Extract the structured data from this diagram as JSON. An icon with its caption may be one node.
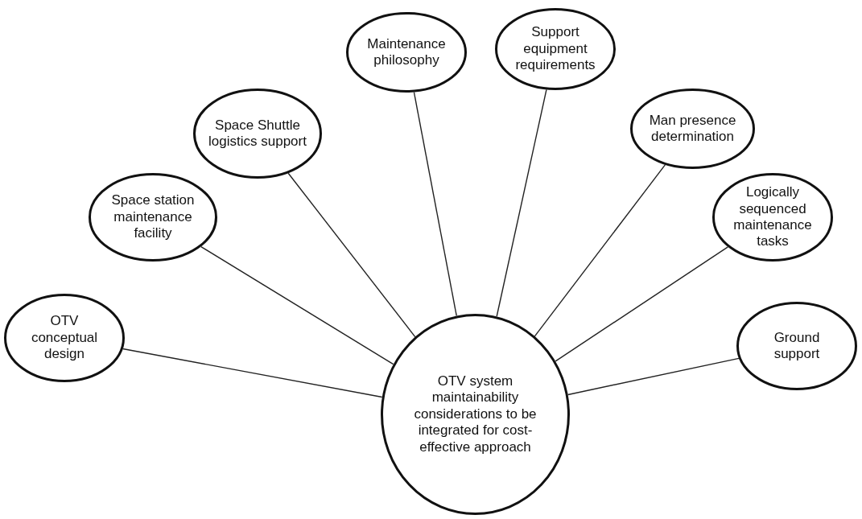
{
  "diagram": {
    "nodes": [
      {
        "text": [
          "OTV conceptual design"
        ]
      },
      {
        "text": [
          "Space station maintenance facility"
        ]
      },
      {
        "text": [
          "Space Shuttle logistics support"
        ]
      },
      {
        "text": [
          "Maintenance philosophy"
        ]
      },
      {
        "text": [
          "Support equipment requirements"
        ]
      },
      {
        "text": [
          "Man presence determination"
        ]
      },
      {
        "text": [
          "Logically sequenced maintenance tasks"
        ]
      },
      {
        "text": [
          "Ground support"
        ]
      },
      {
        "text": [
          "OTV system maintainability considerations to be integrated for cost-effective approach"
        ]
      }
    ],
    "edges": [
      {
        "from": 0,
        "to": 8,
        "arrow": "none"
      },
      {
        "from": 1,
        "to": 8,
        "arrow": "none"
      },
      {
        "from": 2,
        "to": 8,
        "arrow": "none"
      },
      {
        "from": 3,
        "to": 8,
        "arrow": "none"
      },
      {
        "from": 4,
        "to": 8,
        "arrow": "none"
      },
      {
        "from": 5,
        "to": 8,
        "arrow": "none"
      },
      {
        "from": 6,
        "to": 8,
        "arrow": "none"
      },
      {
        "from": 7,
        "to": 8,
        "arrow": "none"
      }
    ]
  }
}
